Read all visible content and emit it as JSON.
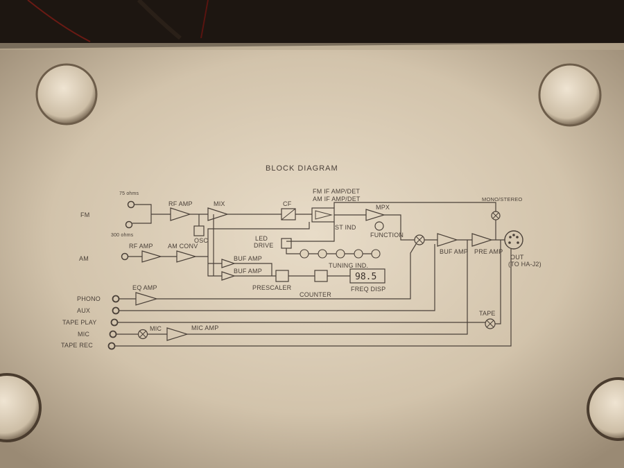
{
  "title": "BLOCK DIAGRAM",
  "band_labels": {
    "fm": "FM",
    "am": "AM"
  },
  "antenna": {
    "ohm75": "75 ohms",
    "ohm300": "300 ohms"
  },
  "fm_path": {
    "rf_amp": "RF AMP",
    "mix": "MIX",
    "osc": "OSC",
    "cf": "CF",
    "if_fm": "FM IF AMP/DET",
    "if_am": "AM IF AMP/DET",
    "mpx": "MPX",
    "st_ind": "ST IND",
    "function": "FUNCTION"
  },
  "am_path": {
    "rf_amp": "RF AMP",
    "am_conv": "AM CONV"
  },
  "mid": {
    "buf_amp_1": "BUF AMP",
    "buf_amp_2": "BUF AMP",
    "led_drive": "LED DRIVE",
    "tuning_ind": "TUNING IND.",
    "prescaler": "PRESCALER",
    "counter": "COUNTER",
    "freq_disp": "FREQ DISP",
    "freq_value": "98.5"
  },
  "output": {
    "mono_stereo": "MONO/STEREO",
    "buf_amp": "BUF AMP",
    "pre_amp": "PRE AMP",
    "out": "OUT",
    "out_sub": "(TO HA-J2)",
    "tape": "TAPE"
  },
  "inputs": {
    "phono": "PHONO",
    "aux": "AUX",
    "tape_play": "TAPE PLAY",
    "mic": "MIC",
    "tape_rec": "TAPE REC",
    "eq_amp": "EQ AMP",
    "mic_block": "MIC",
    "mic_amp": "MIC AMP"
  }
}
